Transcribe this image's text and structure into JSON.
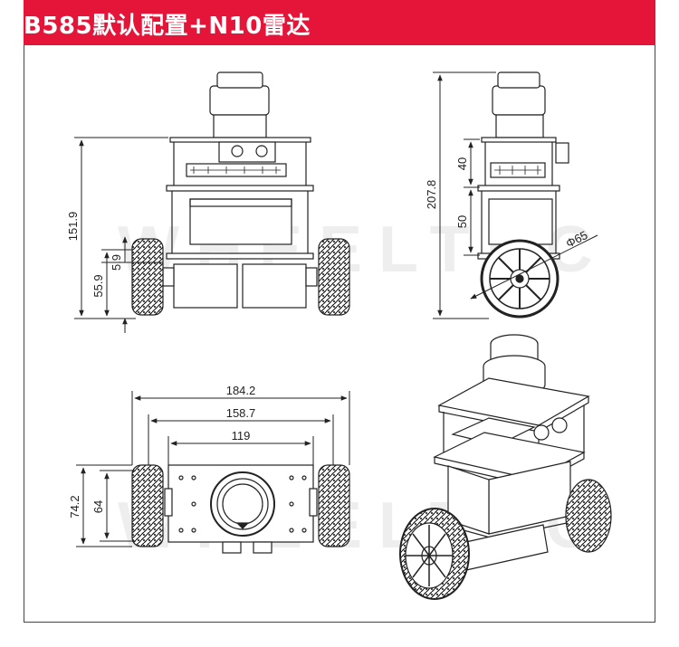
{
  "header": {
    "title": "B585默认配置+N10雷达"
  },
  "watermark": {
    "text": "WHEELTEC"
  },
  "front_view": {
    "dims": {
      "total_height": "151.9",
      "wheel_center_height": "55.9",
      "ground_clearance": "5.9"
    }
  },
  "side_view": {
    "dims": {
      "total_height": "207.8",
      "upper_layer": "40",
      "lower_layer": "50",
      "wheel_diameter": "Φ65"
    }
  },
  "top_view": {
    "dims": {
      "overall_width": "184.2",
      "track_width": "158.7",
      "body_width": "119",
      "wheel_length": "74.2",
      "body_depth": "64"
    }
  },
  "colors": {
    "accent": "#e5153a",
    "line": "#222222"
  }
}
